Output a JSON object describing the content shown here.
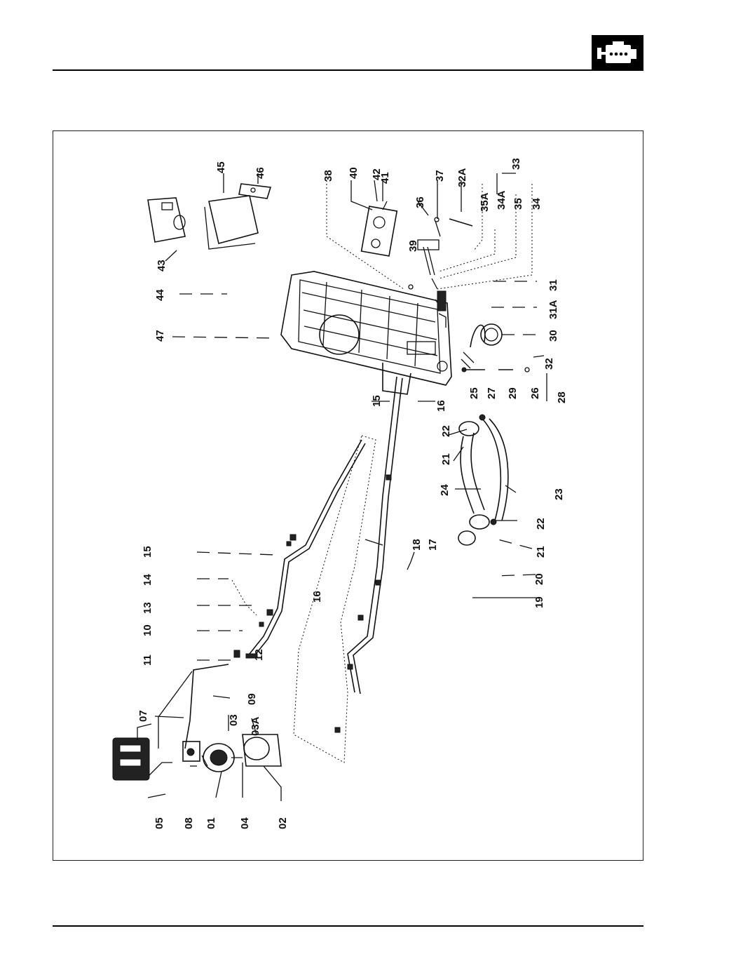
{
  "header": {
    "badge_icon": "engine-icon",
    "rule_color": "#000000"
  },
  "figure": {
    "callouts": [
      {
        "id": "c47",
        "text": "47"
      },
      {
        "id": "c44",
        "text": "44"
      },
      {
        "id": "c43",
        "text": "43"
      },
      {
        "id": "c45",
        "text": "45"
      },
      {
        "id": "c46",
        "text": "46"
      },
      {
        "id": "c38a",
        "text": "38"
      },
      {
        "id": "c40",
        "text": "40"
      },
      {
        "id": "c42",
        "text": "42"
      },
      {
        "id": "c41",
        "text": "41"
      },
      {
        "id": "c37",
        "text": "37"
      },
      {
        "id": "c36",
        "text": "36"
      },
      {
        "id": "c32A",
        "text": "32A"
      },
      {
        "id": "c35A",
        "text": "35A"
      },
      {
        "id": "c33",
        "text": "33"
      },
      {
        "id": "c34A",
        "text": "34A"
      },
      {
        "id": "c35",
        "text": "35"
      },
      {
        "id": "c34",
        "text": "34"
      },
      {
        "id": "c39",
        "text": "39"
      },
      {
        "id": "c31",
        "text": "31"
      },
      {
        "id": "c31A",
        "text": "31A"
      },
      {
        "id": "c30",
        "text": "30"
      },
      {
        "id": "c32",
        "text": "32"
      },
      {
        "id": "c25",
        "text": "25"
      },
      {
        "id": "c27",
        "text": "27"
      },
      {
        "id": "c29",
        "text": "29"
      },
      {
        "id": "c26",
        "text": "26"
      },
      {
        "id": "c28",
        "text": "28"
      },
      {
        "id": "c15a",
        "text": "15"
      },
      {
        "id": "c16a",
        "text": "16"
      },
      {
        "id": "c22a",
        "text": "22"
      },
      {
        "id": "c21a",
        "text": "21"
      },
      {
        "id": "c24",
        "text": "24"
      },
      {
        "id": "c23",
        "text": "23"
      },
      {
        "id": "c22b",
        "text": "22"
      },
      {
        "id": "c21b",
        "text": "21"
      },
      {
        "id": "c20",
        "text": "20"
      },
      {
        "id": "c19",
        "text": "19"
      },
      {
        "id": "c18",
        "text": "18"
      },
      {
        "id": "c17",
        "text": "17"
      },
      {
        "id": "c15b",
        "text": "15"
      },
      {
        "id": "c14",
        "text": "14"
      },
      {
        "id": "c13",
        "text": "13"
      },
      {
        "id": "c10",
        "text": "10"
      },
      {
        "id": "c11",
        "text": "11"
      },
      {
        "id": "c12",
        "text": "12"
      },
      {
        "id": "c16b",
        "text": "16"
      },
      {
        "id": "c09",
        "text": "09"
      },
      {
        "id": "c07",
        "text": "07"
      },
      {
        "id": "c03",
        "text": "03"
      },
      {
        "id": "c03A",
        "text": "03A"
      },
      {
        "id": "c05",
        "text": "05"
      },
      {
        "id": "c08",
        "text": "08"
      },
      {
        "id": "c01",
        "text": "01"
      },
      {
        "id": "c04",
        "text": "04"
      },
      {
        "id": "c02",
        "text": "02"
      }
    ]
  }
}
